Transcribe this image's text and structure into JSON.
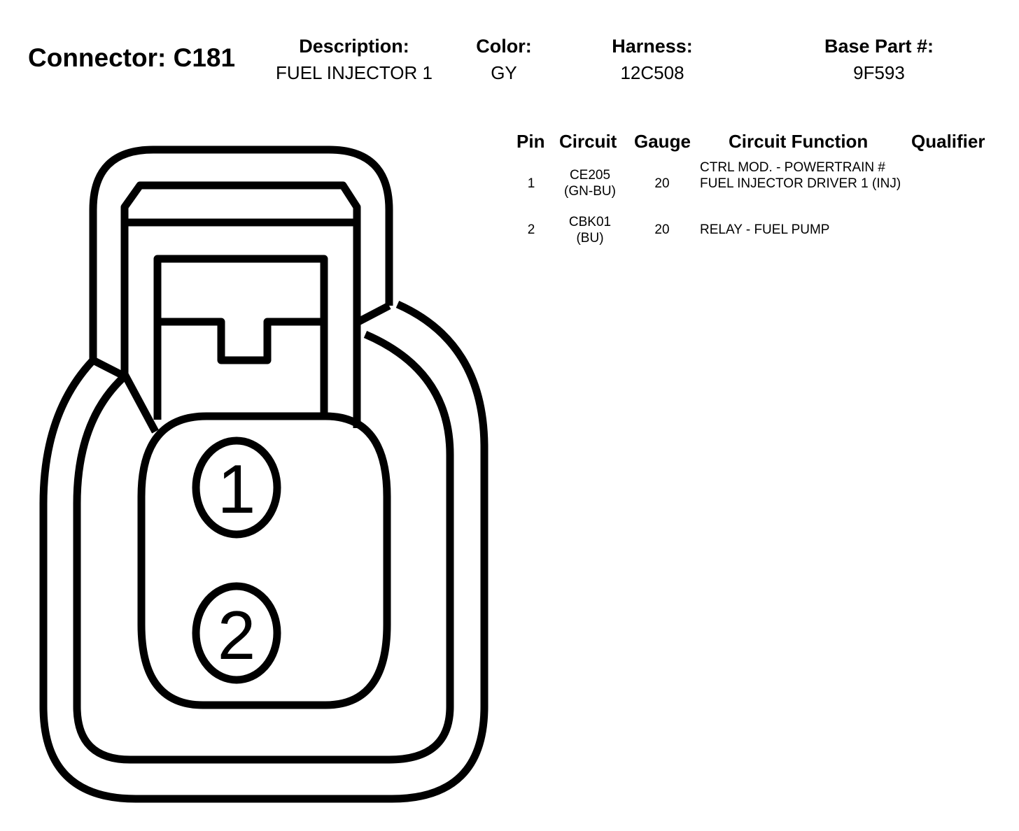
{
  "connector": {
    "title": "Connector: C181"
  },
  "header": {
    "description_label": "Description:",
    "description_value": "FUEL INJECTOR 1",
    "color_label": "Color:",
    "color_value": "GY",
    "harness_label": "Harness:",
    "harness_value": "12C508",
    "base_part_label": "Base Part #:",
    "base_part_value": "9F593"
  },
  "table": {
    "headers": {
      "pin": "Pin",
      "circuit": "Circuit",
      "gauge": "Gauge",
      "function": "Circuit Function",
      "qualifier": "Qualifier"
    },
    "rows": [
      {
        "pin": "1",
        "circuit": "CE205",
        "circuit_color": "(GN-BU)",
        "gauge": "20",
        "function": "CTRL MOD. - POWERTRAIN # FUEL INJECTOR DRIVER 1 (INJ)",
        "qualifier": ""
      },
      {
        "pin": "2",
        "circuit": "CBK01",
        "circuit_color": "(BU)",
        "gauge": "20",
        "function": "RELAY - FUEL PUMP",
        "qualifier": ""
      }
    ]
  },
  "diagram": {
    "pin_labels": [
      "1",
      "2"
    ]
  }
}
